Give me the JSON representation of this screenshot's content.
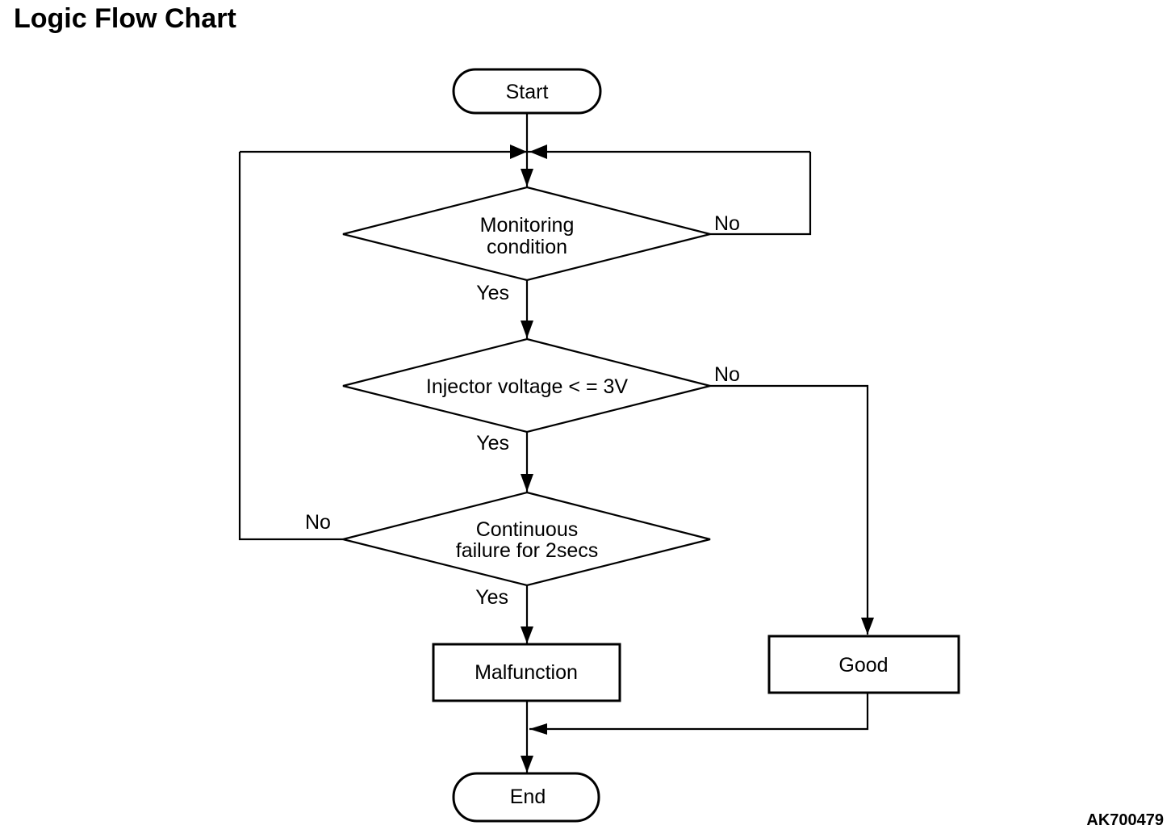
{
  "page": {
    "title": "Logic Flow Chart",
    "figure_code": "AK700479"
  },
  "flowchart": {
    "nodes": {
      "start": {
        "type": "terminator",
        "label": "Start"
      },
      "monitoring_condition": {
        "type": "decision",
        "line1": "Monitoring",
        "line2": "condition"
      },
      "injector_voltage": {
        "type": "decision",
        "label": "Injector voltage < = 3V"
      },
      "continuous_failure": {
        "type": "decision",
        "line1": "Continuous",
        "line2": "failure for 2secs"
      },
      "malfunction": {
        "type": "process",
        "label": "Malfunction"
      },
      "good": {
        "type": "process",
        "label": "Good"
      },
      "end": {
        "type": "terminator",
        "label": "End"
      }
    },
    "edge_labels": {
      "monitoring_yes": "Yes",
      "monitoring_no": "No",
      "injector_yes": "Yes",
      "injector_no": "No",
      "continuous_yes": "Yes",
      "continuous_no": "No"
    },
    "colors": {
      "line": "#000000",
      "background": "#ffffff"
    }
  }
}
